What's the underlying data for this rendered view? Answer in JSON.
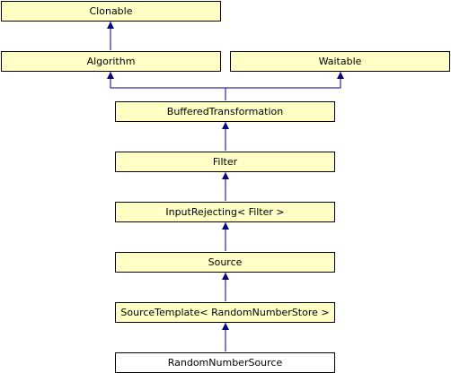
{
  "diagram": {
    "type": "inheritance-graph",
    "edge_color": "#000080",
    "node_fill": "#ffffc6",
    "current_node_fill": "#ffffff",
    "nodes": {
      "clonable": "Clonable",
      "algorithm": "Algorithm",
      "waitable": "Waitable",
      "buffered_transformation": "BufferedTransformation",
      "filter": "Filter",
      "input_rejecting": "InputRejecting< Filter >",
      "source": "Source",
      "source_template": "SourceTemplate< RandomNumberStore >",
      "random_number_source": "RandomNumberSource"
    },
    "edges": [
      [
        "algorithm",
        "clonable"
      ],
      [
        "buffered_transformation",
        "algorithm"
      ],
      [
        "buffered_transformation",
        "waitable"
      ],
      [
        "filter",
        "buffered_transformation"
      ],
      [
        "input_rejecting",
        "filter"
      ],
      [
        "source",
        "input_rejecting"
      ],
      [
        "source_template",
        "source"
      ],
      [
        "random_number_source",
        "source_template"
      ]
    ]
  }
}
